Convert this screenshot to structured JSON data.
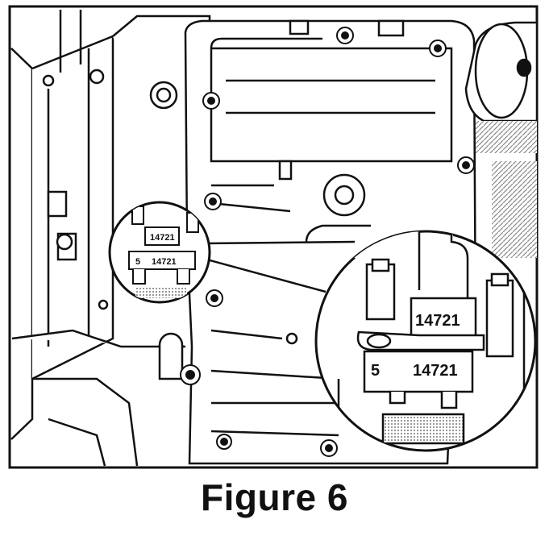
{
  "caption": "Figure 6",
  "callout": {
    "small_upper_label": "14721",
    "small_lower_number": "5",
    "small_lower_label": "14721",
    "large_upper_label": "14721",
    "large_lower_number": "5",
    "large_lower_label": "14721"
  },
  "colors": {
    "ink": "#111111",
    "paper": "#ffffff",
    "screen": "#9a9a9a"
  }
}
